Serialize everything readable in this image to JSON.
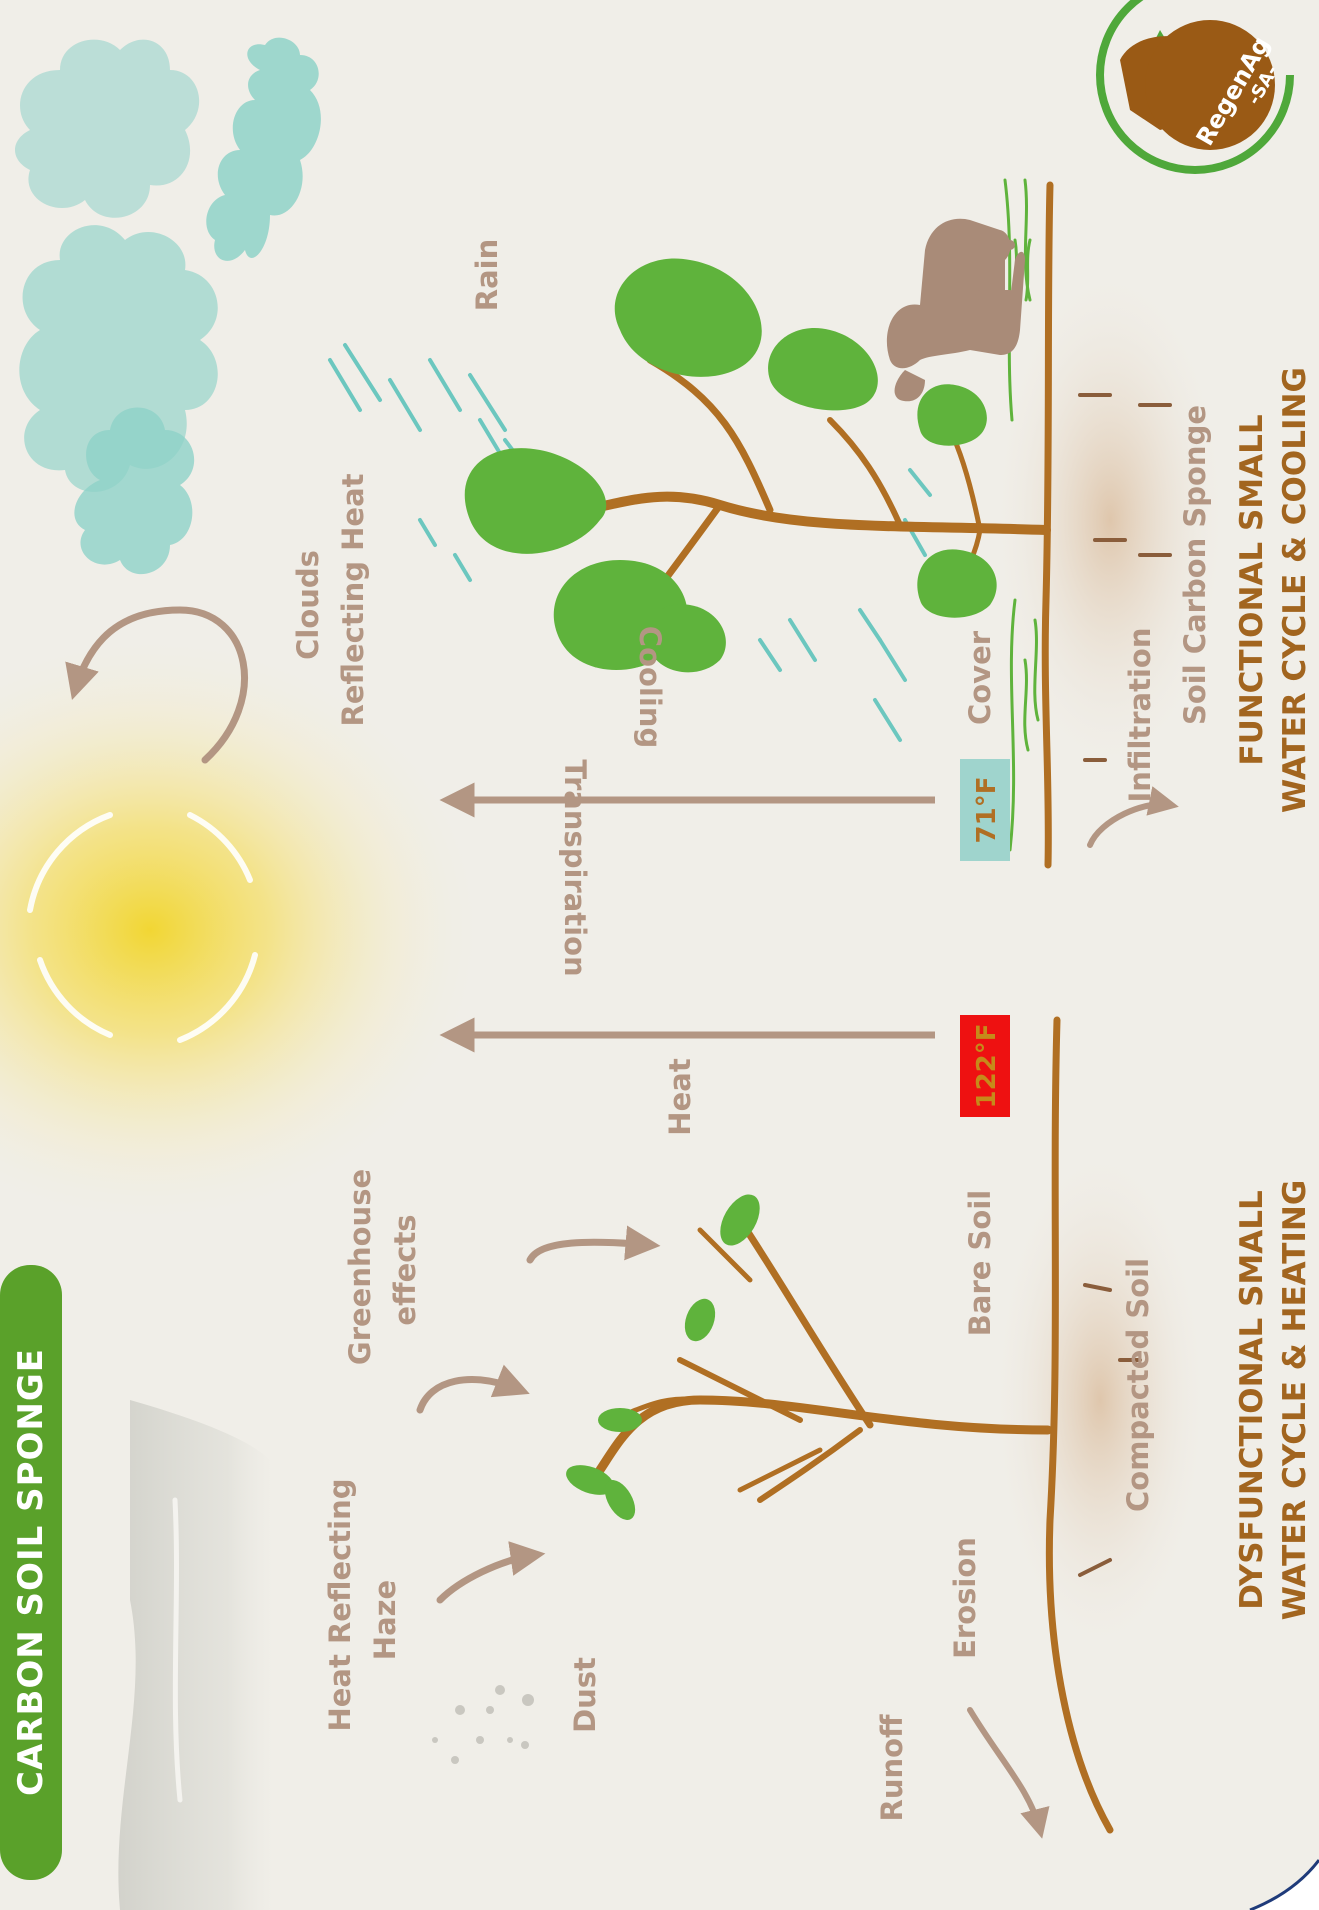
{
  "title": "CARBON SOIL SPONGE",
  "logo": {
    "line1": "RegenAg",
    "line2": "-SA-"
  },
  "labels": {
    "heat_reflecting_haze_1": "Heat Reflecting",
    "heat_reflecting_haze_2": "Haze",
    "dust": "Dust",
    "greenhouse_1": "Greenhouse",
    "greenhouse_2": "effects",
    "runoff": "Runoff",
    "erosion": "Erosion",
    "bare_soil": "Bare Soil",
    "compacted_soil": "Compacted Soil",
    "heat": "Heat",
    "transpiration": "Transpiration",
    "cooling": "Cooling",
    "clouds_1": "Clouds",
    "clouds_2": "Reflecting Heat",
    "rain": "Rain",
    "cover": "Cover",
    "infiltration": "Infiltration",
    "soil_carbon_sponge": "Soil Carbon Sponge"
  },
  "temps": {
    "hot": "122°F",
    "cool": "71°F"
  },
  "captions": {
    "left_1": "DYSFUNCTIONAL SMALL",
    "left_2": "WATER CYCLE & HEATING",
    "right_1": "FUNCTIONAL SMALL",
    "right_2": "WATER CYCLE & COOLING"
  },
  "colors": {
    "background": "#f0eee8",
    "title_green": "#5aa12a",
    "label_tan": "#b39683",
    "trunk_brown": "#b06f23",
    "leaf_green": "#5fb33c",
    "caption_brown": "#a2651f",
    "cloud_teal": "#8fd2c8",
    "hot_red": "#ee1111",
    "cool_teal": "#9fd4cd",
    "sun_yellow": "#f3dc3a"
  }
}
